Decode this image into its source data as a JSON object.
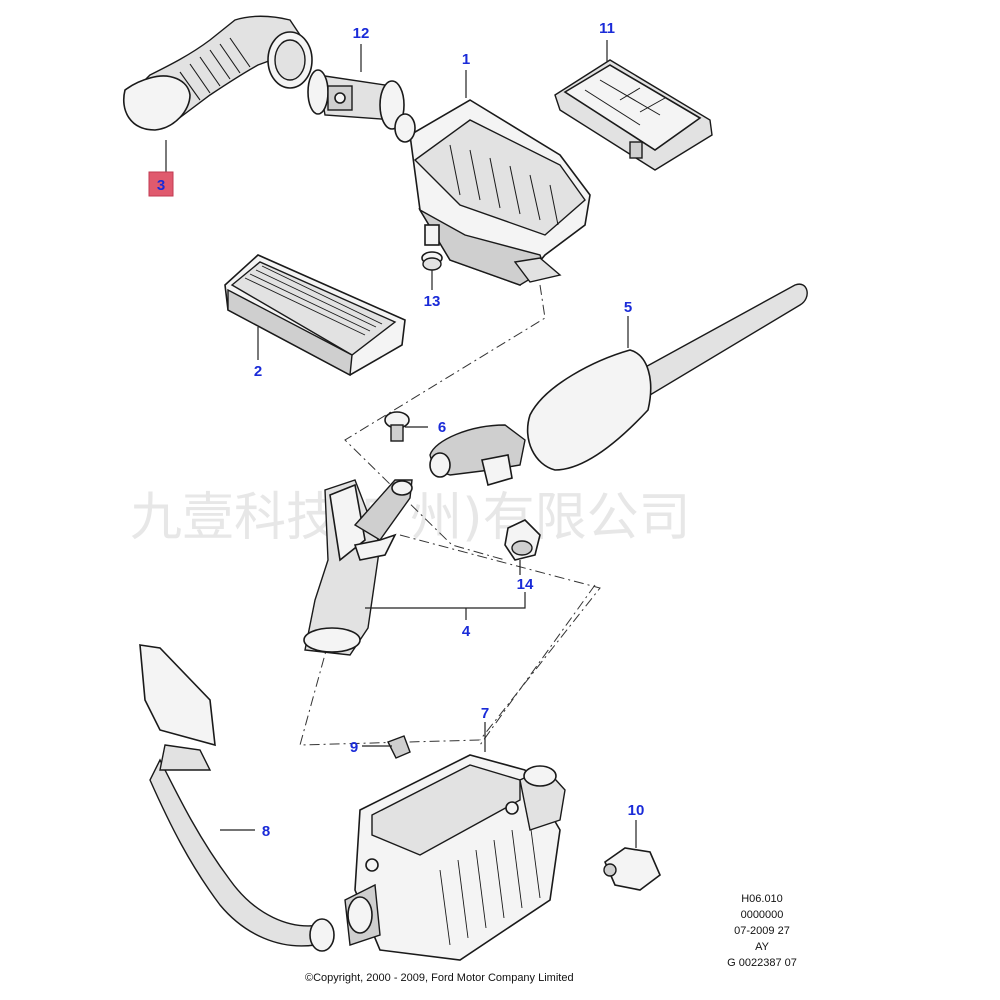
{
  "callouts": {
    "c1": "1",
    "c2": "2",
    "c3": "3",
    "c4": "4",
    "c5": "5",
    "c6": "6",
    "c7": "7",
    "c8": "8",
    "c9": "9",
    "c10": "10",
    "c11": "11",
    "c12": "12",
    "c13": "13",
    "c14": "14"
  },
  "highlight": {
    "callout": "3",
    "color": "#e05a6e"
  },
  "callout_color": "#1a2bd8",
  "reference_block": {
    "line1": "H06.010",
    "line2": "0000000",
    "line3": "07-2009 27",
    "line4": "AY",
    "line5": "G 0022387 07"
  },
  "copyright": "©Copyright, 2000 - 2009, Ford Motor Company Limited",
  "watermark": "九壹科技(广州)有限公司"
}
